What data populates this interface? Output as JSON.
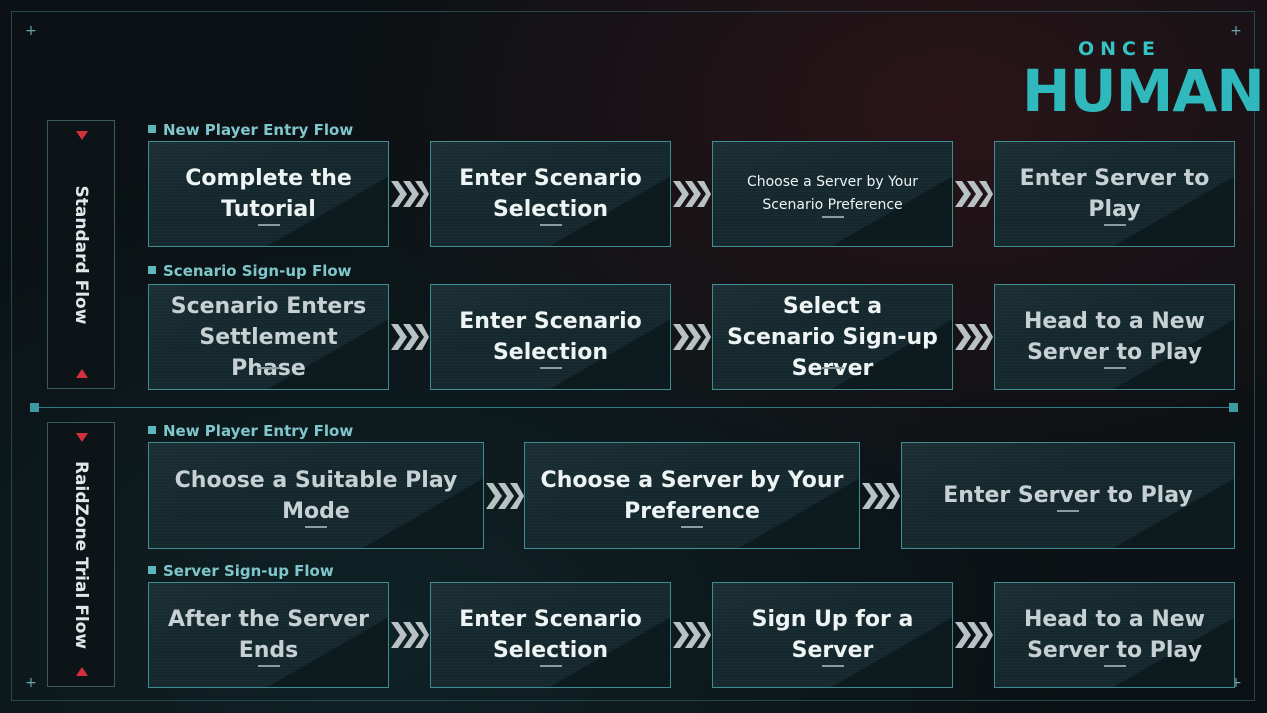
{
  "logo": {
    "top_word": "ONCE",
    "main_word": "HUMAN"
  },
  "colors": {
    "accent": "#3f8c93",
    "marker_red": "#d3303d",
    "title_cyan": "#7fc7cc",
    "logo_cyan": "#2fb9bc"
  },
  "groups": [
    {
      "label": "Standard Flow"
    },
    {
      "label": "RaidZone Trial Flow"
    }
  ],
  "flows": [
    {
      "title": "New Player Entry Flow",
      "steps": [
        "Complete the Tutorial",
        "Enter Scenario Selection",
        "Choose a Server by Your Scenario Preference",
        "Enter Server to Play"
      ]
    },
    {
      "title": "Scenario Sign-up Flow",
      "steps": [
        "Scenario Enters Settlement Phase",
        "Enter Scenario Selection",
        "Select a Scenario Sign-up Server",
        "Head to a New Server to Play"
      ]
    },
    {
      "title": "New Player Entry Flow",
      "steps": [
        "Choose a Suitable Play Mode",
        "Choose a Server by Your Preference",
        "Enter Server to Play"
      ]
    },
    {
      "title": "Server Sign-up Flow",
      "steps": [
        "After the Server Ends",
        "Enter Scenario Selection",
        "Sign Up for a Server",
        "Head to a New Server to Play"
      ]
    }
  ]
}
